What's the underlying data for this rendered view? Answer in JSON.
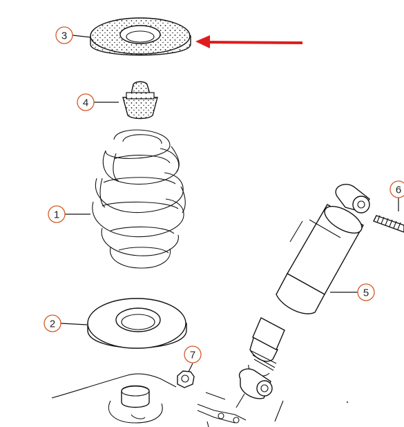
{
  "diagram": {
    "callouts": [
      {
        "id": "3",
        "label": "3",
        "part": "spring-top-pad"
      },
      {
        "id": "4",
        "label": "4",
        "part": "bump-stop"
      },
      {
        "id": "1",
        "label": "1",
        "part": "coil-spring"
      },
      {
        "id": "2",
        "label": "2",
        "part": "spring-seat-pad"
      },
      {
        "id": "7",
        "label": "7",
        "part": "nut"
      },
      {
        "id": "5",
        "label": "5",
        "part": "shock-absorber"
      },
      {
        "id": "6",
        "label": "6",
        "part": "bolt"
      }
    ],
    "colors": {
      "callout_ring": "#d35a2a",
      "arrow": "#e01b1b",
      "line": "#111111"
    },
    "icons": [
      "red-arrow-icon"
    ]
  }
}
